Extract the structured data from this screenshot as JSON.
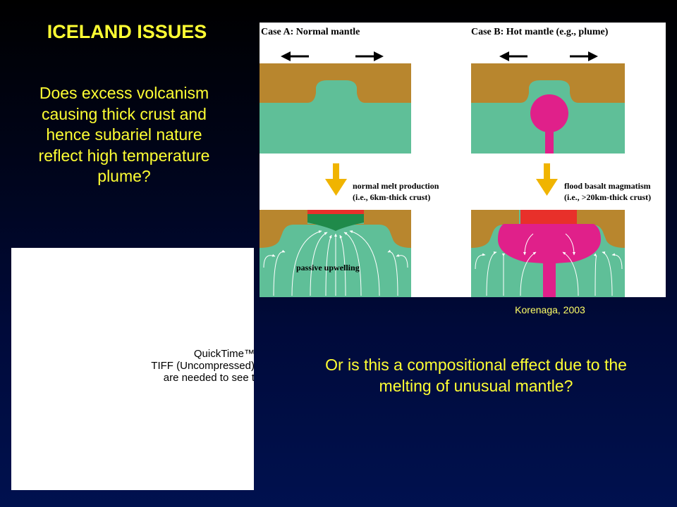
{
  "slide": {
    "title": "ICELAND ISSUES",
    "question": "Does excess volcanism causing thick crust and hence subariel nature reflect high temperature plume?",
    "alt_question": "Or is this a compositional effect due to the melting of unusual mantle?",
    "citation": "Korenaga, 2003"
  },
  "quicktime": {
    "line1": "QuickTime™",
    "line2": "TIFF (Uncompressed)",
    "line3": "are needed to see t"
  },
  "figure": {
    "case_a": "Case A: Normal mantle",
    "case_b": "Case B: Hot mantle (e.g., plume)",
    "melt_a_line1": "normal melt production",
    "melt_a_line2": "(i.e., 6km-thick crust)",
    "melt_b_line1": "flood basalt magmatism",
    "melt_b_line2": "(i.e., >20km-thick crust)",
    "upwelling": "passive upwelling",
    "colors": {
      "crust": "#b8862e",
      "mantle": "#5fbf98",
      "plume": "#e0208a",
      "melt": "#e8302a",
      "arrow": "#f0b400",
      "background": "#ffffff"
    }
  }
}
